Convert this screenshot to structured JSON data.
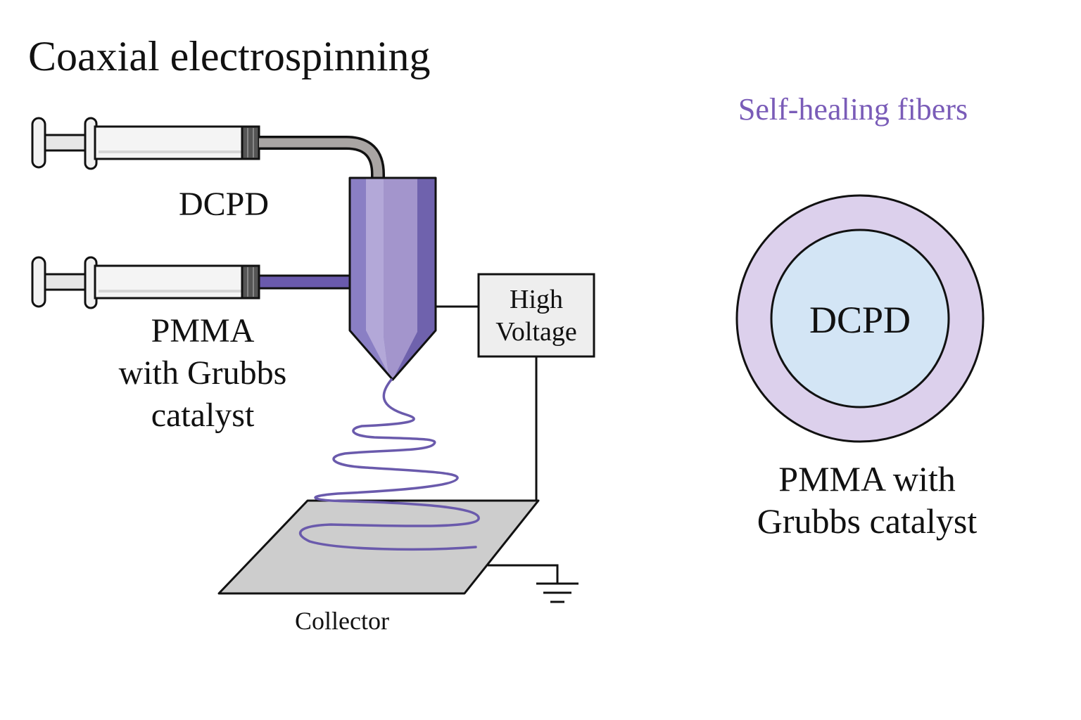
{
  "title": "Coaxial electrospinning",
  "labels": {
    "core_syringe": "DCPD",
    "shell_syringe_lines": [
      "PMMA",
      "with Grubbs",
      "catalyst"
    ],
    "power_supply_lines": [
      "High",
      "Voltage"
    ],
    "collector": "Collector"
  },
  "fiber_section": {
    "heading": "Self-healing fibers",
    "core_label": "DCPD",
    "shell_label_lines": [
      "PMMA with",
      "Grubbs catalyst"
    ]
  },
  "colors": {
    "nozzle_purple": "#8a7fc4",
    "nozzle_light": "#b3a8d8",
    "nozzle_dark": "#6f62ad",
    "fiber_line": "#6a5aac",
    "shell_lavender": "#dcd0ec",
    "core_blue": "#d3e5f5",
    "heading_purple": "#7a5cb8",
    "collector_gray": "#cdcdcd",
    "power_box": "#eeeeee"
  },
  "icons": {
    "ground": "ground-symbol-icon",
    "syringe": "syringe-icon"
  }
}
